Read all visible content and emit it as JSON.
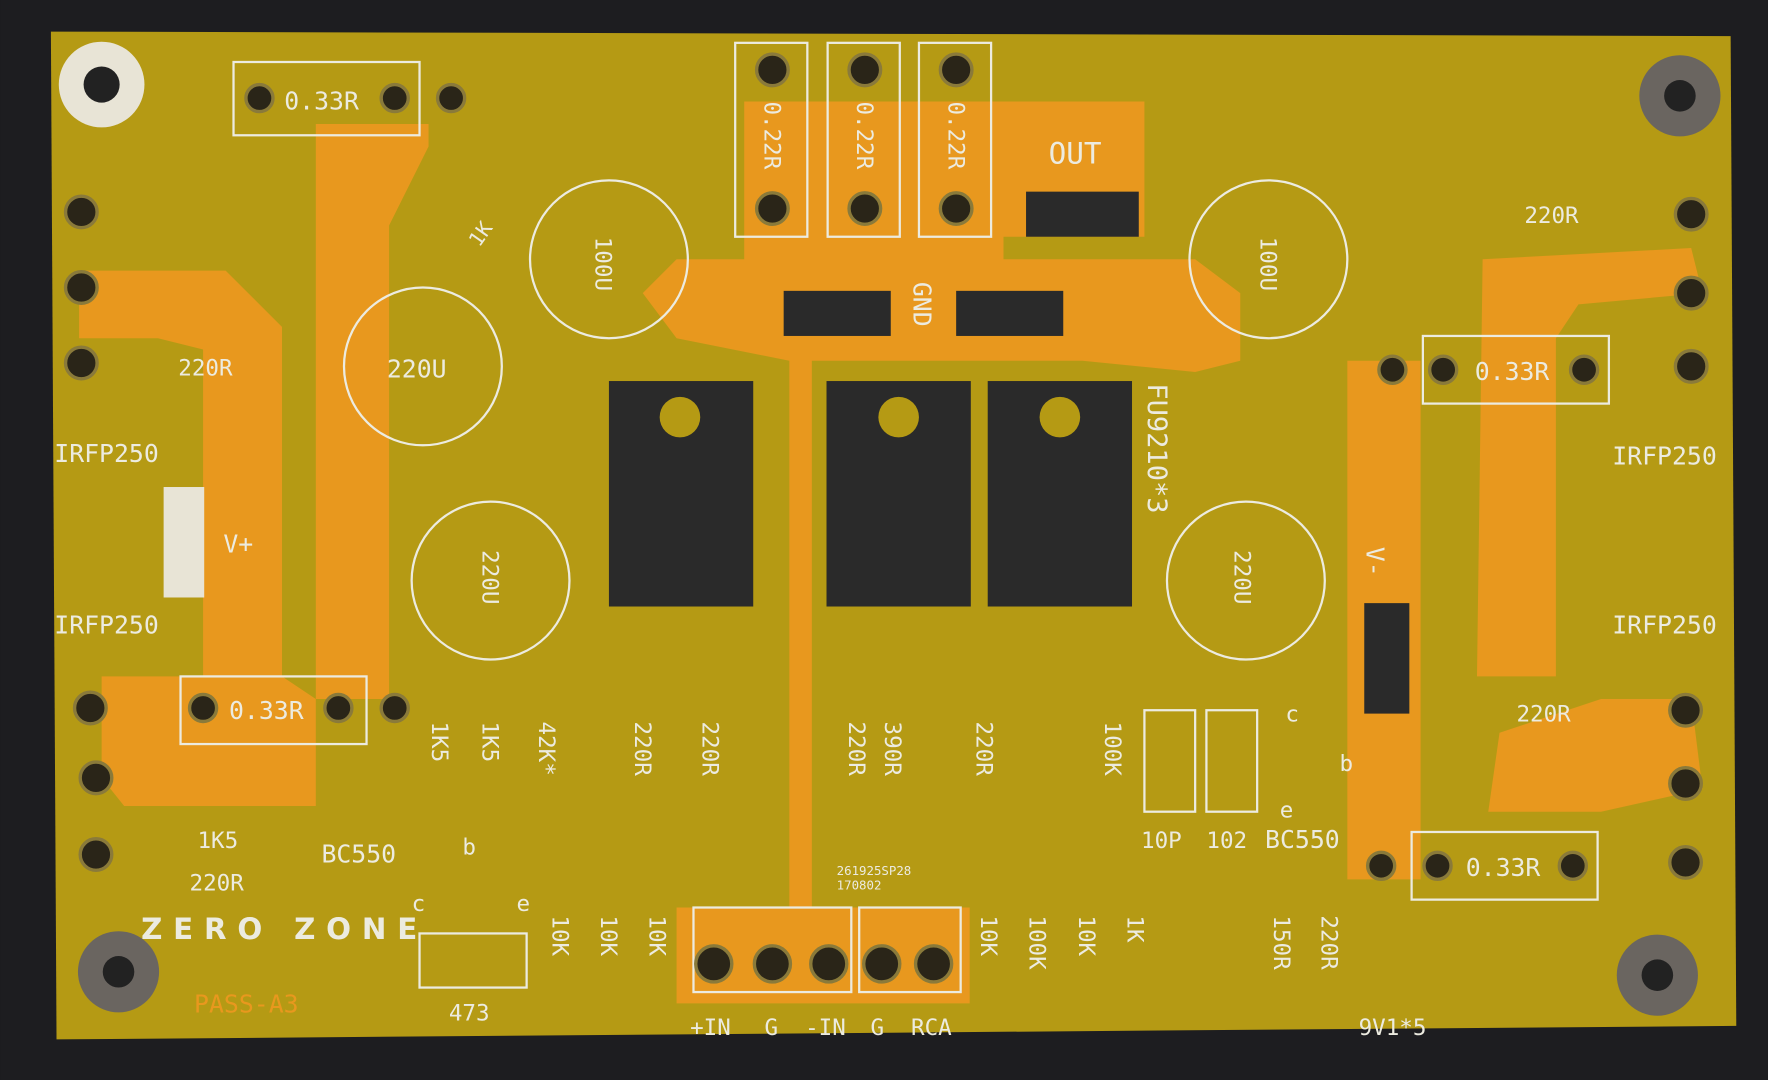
{
  "board": {
    "colors": {
      "substrate": "#b59a14",
      "copper": "#e8981e",
      "silkscreen": "#ecebe0",
      "background": "#1a1a1c"
    },
    "brand": "ZERO ZONE",
    "model": "PASS-A3",
    "code_line1": "261925SP28",
    "code_line2": "170802",
    "out_label": "OUT",
    "gnd_label": "GND",
    "vplus_label": "V+",
    "vminus_label": "V-",
    "mosfet_label": "FU9210*3",
    "irfp": [
      "IRFP250",
      "IRFP250",
      "IRFP250",
      "IRFP250"
    ],
    "bc550": [
      "BC550",
      "BC550"
    ],
    "transistor_pins": [
      "b",
      "c",
      "e",
      "c",
      "b",
      "e"
    ],
    "caps": [
      "100U",
      "100U",
      "220U",
      "220U",
      "220U"
    ],
    "top_resistors": [
      "0.22R",
      "0.22R",
      "0.22R"
    ],
    "power_resistors": [
      "0.33R",
      "0.33R",
      "0.33R",
      "0.33R"
    ],
    "gate_resistors": [
      "220R",
      "220R",
      "220R"
    ],
    "misc_resistors": [
      "1K",
      "1K5",
      "220R"
    ],
    "bottom_left_resistors": [
      "1K5",
      "1K5",
      "42K*",
      "220R",
      "220R"
    ],
    "mid_resistors": [
      "220R",
      "390R",
      "220R",
      "100K"
    ],
    "film_caps": [
      "10P",
      "102",
      "473"
    ],
    "bottom_resistors_left": [
      "10K",
      "10K",
      "10K"
    ],
    "bottom_resistors_right": [
      "10K",
      "100K",
      "10K",
      "1K",
      "150R",
      "220R"
    ],
    "zener_label": "9V1*5",
    "inputs": [
      "+IN",
      "G",
      "-IN",
      "G",
      "RCA"
    ]
  }
}
